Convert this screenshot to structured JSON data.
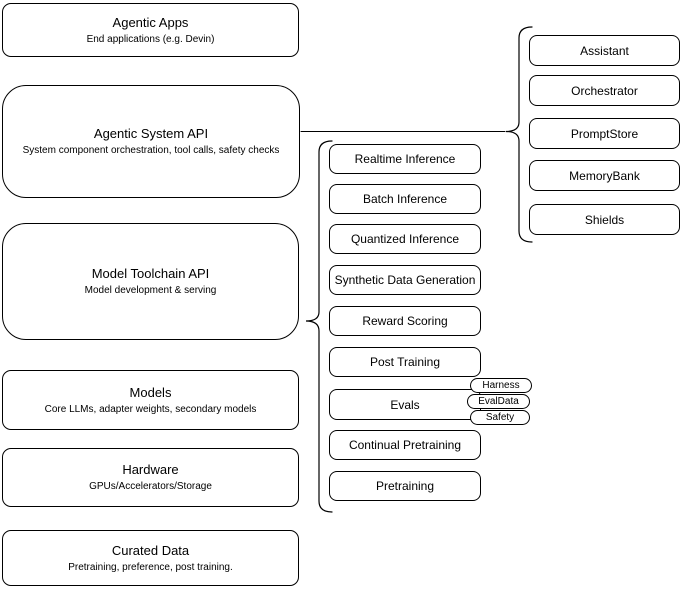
{
  "diagram": {
    "left_stack": [
      {
        "title": "Agentic Apps",
        "subtitle": "End applications (e.g. Devin)"
      },
      {
        "title": "Agentic System API",
        "subtitle": "System component orchestration, tool calls, safety checks"
      },
      {
        "title": "Model Toolchain API",
        "subtitle": "Model development & serving"
      },
      {
        "title": "Models",
        "subtitle": "Core LLMs, adapter weights, secondary models"
      },
      {
        "title": "Hardware",
        "subtitle": "GPUs/Accelerators/Storage"
      },
      {
        "title": "Curated Data",
        "subtitle": "Pretraining, preference, post training."
      }
    ],
    "toolchain_items": [
      "Realtime Inference",
      "Batch Inference",
      "Quantized Inference",
      "Synthetic Data Generation",
      "Reward Scoring",
      "Post Training",
      "Evals",
      "Continual Pretraining",
      "Pretraining"
    ],
    "evals_tags": [
      "Harness",
      "EvalData",
      "Safety"
    ],
    "system_components": [
      "Assistant",
      "Orchestrator",
      "PromptStore",
      "MemoryBank",
      "Shields"
    ],
    "colors": {
      "stroke": "#000000",
      "background": "#ffffff"
    }
  }
}
